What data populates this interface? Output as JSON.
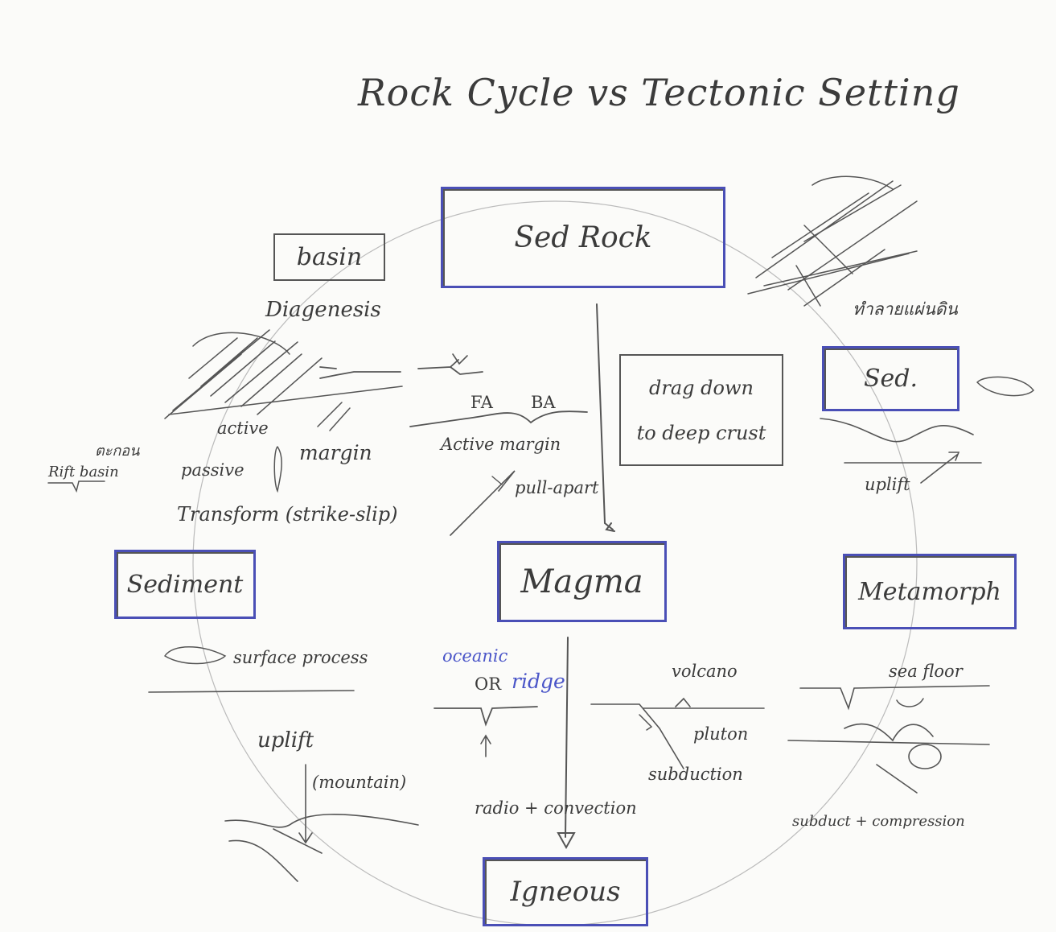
{
  "title": "Rock Cycle vs Tectonic Setting",
  "boxes": {
    "sed_rock": "Sed Rock",
    "magma": "Magma",
    "sediment": "Sediment",
    "metamorph": "Metamorph",
    "igneous": "Igneous",
    "sed_right": "Sed.",
    "basin": "basin",
    "drag_down_line1": "drag down",
    "drag_down_line2": "to deep crust"
  },
  "labels": {
    "diagenesis": "Diagenesis",
    "active": "active",
    "margin_left": "margin",
    "passive": "passive",
    "rift_basin": "Rift basin",
    "thai_note_left": "ตะกอน",
    "fa": "FA",
    "ba": "BA",
    "active_margin": "Active margin",
    "pull_apart": "pull-apart",
    "transform": "Transform (strike-slip)",
    "thai_note_right": "ทำลายแผ่นดิน",
    "uplift_right": "uplift",
    "surface_process": "surface process",
    "uplift_left": "uplift",
    "mountain": "(mountain)",
    "oceanic": "oceanic",
    "or": "OR",
    "ridge": "ridge",
    "radio_convection": "radio + convection",
    "volcano": "volcano",
    "pluton": "pluton",
    "subduction": "subduction",
    "sea_floor": "sea floor",
    "subduction_compression": "subduct + compression"
  }
}
